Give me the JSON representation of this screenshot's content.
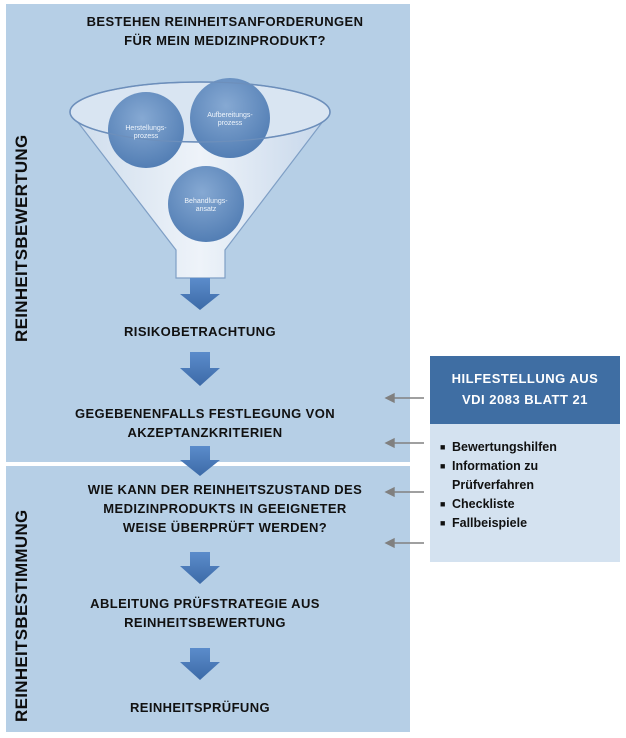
{
  "side_labels": {
    "top": "REINHEITSBEWERTUNG",
    "bottom": "REINHEITSBESTIMMUNG"
  },
  "question_top": {
    "line1": "BESTEHEN REINHEITSANFORDERUNGEN",
    "line2": "FÜR MEIN MEDIZINPRODUKT?"
  },
  "funnel_bubbles": {
    "left": "Herstellungs-\nprozess",
    "right": "Aufbereitungs-\nprozess",
    "bottom": "Behandlungs-\nansatz"
  },
  "steps": {
    "risiko": "RISIKOBETRACHTUNG",
    "akzeptanz_line1": "GEGEBENENFALLS FESTLEGUNG VON",
    "akzeptanz_line2": "AKZEPTANZKRITERIEN",
    "pruefen_line1": "WIE KANN DER REINHEITSZUSTAND DES",
    "pruefen_line2": "MEDIZINPRODUKTS IN GEEIGNETER",
    "pruefen_line3": "WEISE ÜBERPRÜFT WERDEN?",
    "strategie_line1": "ABLEITUNG PRÜFSTRATEGIE AUS",
    "strategie_line2": "REINHEITSBEWERTUNG",
    "pruefung": "REINHEITSPRÜFUNG"
  },
  "info_box": {
    "title_line1": "HILFESTELLUNG AUS",
    "title_line2": "VDI 2083 BLATT 21",
    "bullets": [
      "Bewertungshilfen",
      "Information zu Prüfverfahren",
      "Checkliste",
      "Fallbeispiele"
    ]
  },
  "colors": {
    "panel": "#b6cfe6",
    "arrow": "#4a7dbc",
    "info_header": "#3f6ea3",
    "info_body": "#d4e2f0",
    "bubble": "#6f97c8"
  }
}
